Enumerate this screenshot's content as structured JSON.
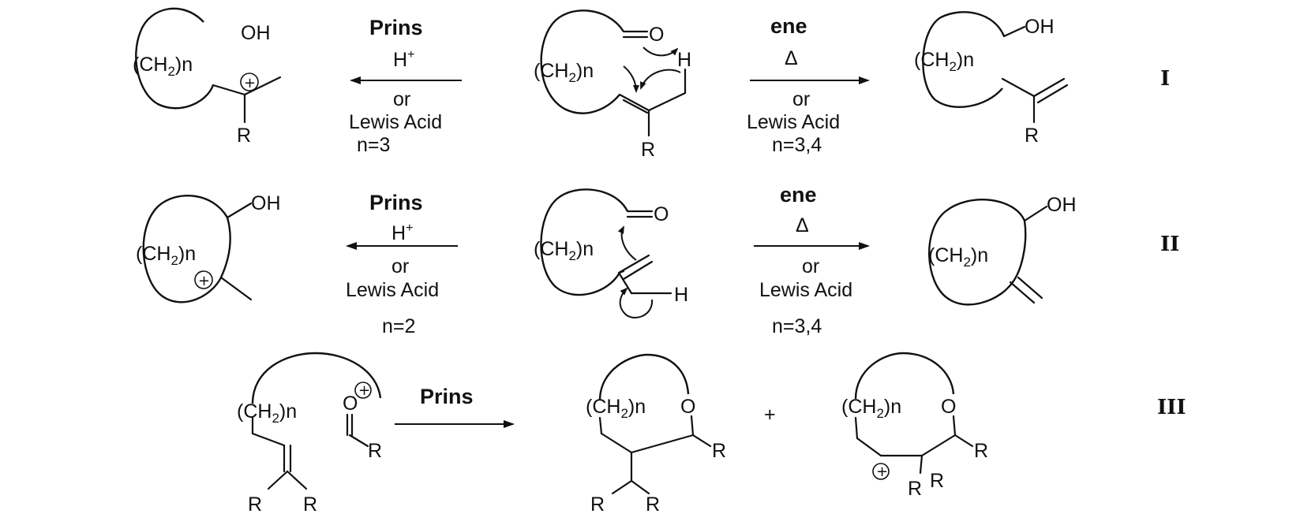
{
  "rows": {
    "I": {
      "roman": "I",
      "left_arrow": {
        "title": "Prins",
        "above": "H",
        "above_sup": "+",
        "below1": "or",
        "below2": "Lewis Acid",
        "condition": "n=3"
      },
      "right_arrow": {
        "title": "ene",
        "above_symbol": "Δ",
        "below1": "or",
        "below2": "Lewis Acid",
        "condition": "n=3,4"
      },
      "labels": {
        "ring": "(CH",
        "sub2": "2",
        "paren_n": ")n",
        "oh": "OH",
        "o": "O",
        "h": "H",
        "r": "R",
        "plus": "+"
      }
    },
    "II": {
      "roman": "II",
      "left_arrow": {
        "title": "Prins",
        "above": "H",
        "above_sup": "+",
        "below1": "or",
        "below2": "Lewis Acid",
        "condition": "n=2"
      },
      "right_arrow": {
        "title": "ene",
        "above_symbol": "Δ",
        "below1": "or",
        "below2": "Lewis Acid",
        "condition": "n=3,4"
      },
      "labels": {
        "ring": "(CH",
        "sub2": "2",
        "paren_n": ")n",
        "oh": "OH",
        "o": "O",
        "h": "H",
        "plus": "+"
      }
    },
    "III": {
      "roman": "III",
      "arrow": {
        "title": "Prins"
      },
      "plus_between": "+",
      "labels": {
        "ring": "(CH",
        "sub2": "2",
        "paren_n": ")n",
        "o": "O",
        "r": "R",
        "plus": "+"
      }
    }
  }
}
